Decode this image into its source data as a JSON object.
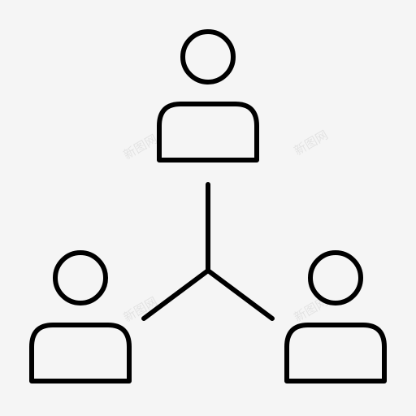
{
  "icon": {
    "name": "people-network-icon",
    "stroke_color": "#000000",
    "background_color": "#f5f5f5"
  },
  "watermarks": [
    "新图网",
    "新图网",
    "新图网",
    "新图网"
  ]
}
